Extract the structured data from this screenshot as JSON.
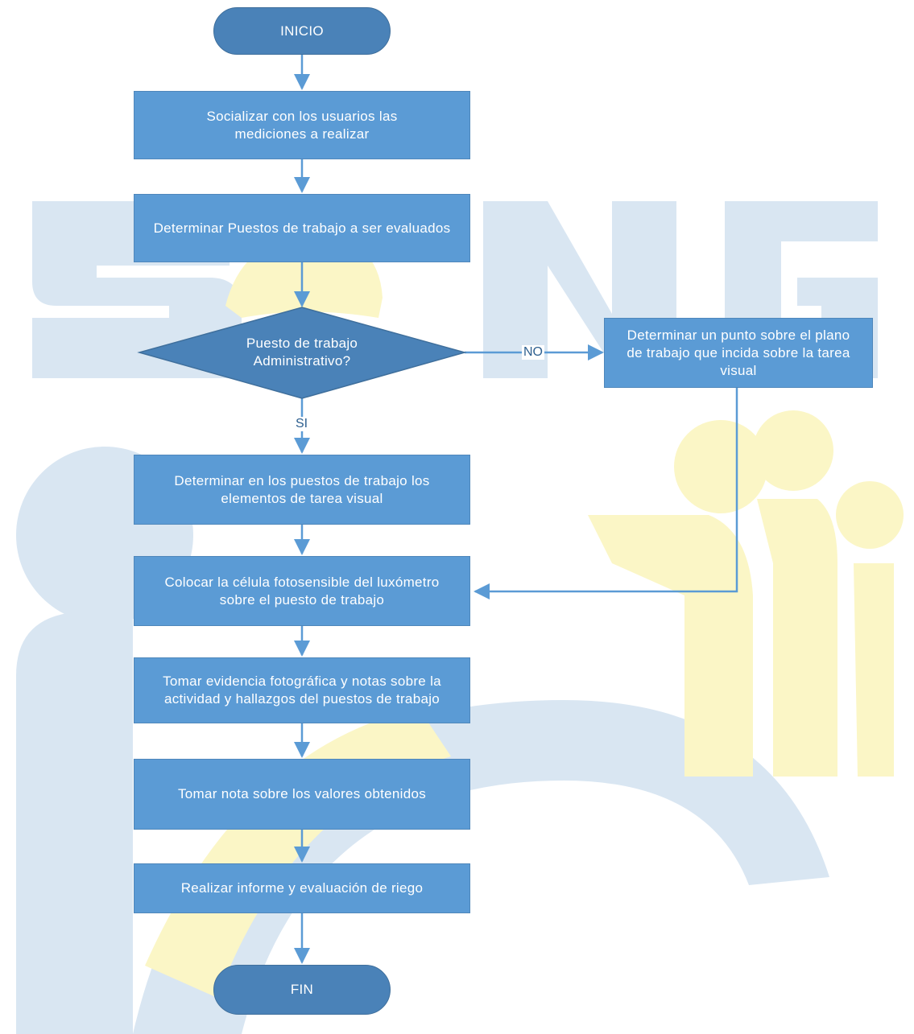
{
  "nodes": {
    "inicio": "INICIO",
    "socializar": "Socializar con los usuarios las mediciones a realizar",
    "determinar_puestos": "Determinar Puestos de trabajo a ser evaluados",
    "decision": "Puesto de trabajo Administrativo?",
    "determinar_punto": "Determinar un punto sobre el plano de trabajo que incida sobre la tarea visual",
    "determinar_elementos": "Determinar en los puestos de trabajo los elementos de tarea visual",
    "colocar_celula": "Colocar la célula fotosensible del luxómetro sobre el puesto de trabajo",
    "tomar_evidencia": "Tomar evidencia fotográfica y notas sobre la actividad y hallazgos del puestos de trabajo",
    "tomar_nota": "Tomar nota sobre los valores obtenidos",
    "realizar_informe": "Realizar informe y evaluación de riego",
    "fin": "FIN"
  },
  "edge_labels": {
    "no": "NO",
    "si": "SI"
  },
  "watermark": {
    "text": "SOING"
  },
  "colors": {
    "process_fill": "#5b9bd5",
    "terminal_fill": "#4a82b8",
    "arrow": "#5b9bd5",
    "watermark_blue": "#d9e6f2",
    "watermark_yellow": "#fbf6c6"
  }
}
